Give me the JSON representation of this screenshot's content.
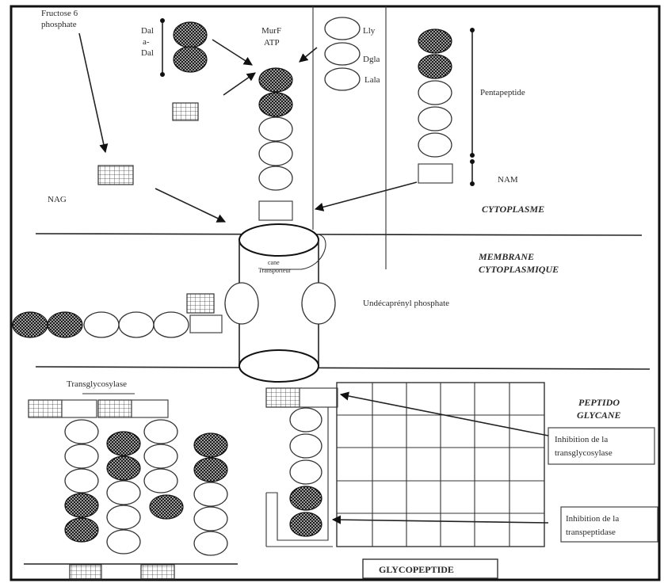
{
  "diagram": {
    "labels": {
      "fructose": [
        "Fructose 6",
        "phosphate"
      ],
      "dal_dal": [
        "Dal",
        "a-",
        "Dal"
      ],
      "murf": [
        "MurF",
        "ATP"
      ],
      "lly": "Lly",
      "dgla": "Dgla",
      "lala": "Lala",
      "pentapeptide": "Pentapeptide",
      "nag": "NAG",
      "nam": "NAM",
      "carrier": [
        "cane",
        "Transporteur"
      ],
      "undecaprenyl": "Undécaprényl phosphate",
      "transglycosylase": "Transglycosylase",
      "inhibition_1": [
        "Inhibition de la",
        "transglycosylase"
      ],
      "inhibition_2": [
        "Inhibition de la",
        "transpeptidase"
      ]
    },
    "regions": {
      "cytoplasme": "CYTOPLASME",
      "membrane": [
        "MEMBRANE",
        "CYTOPLASMIQUE"
      ],
      "peptidoglycane": [
        "PEPTIDO",
        "GLYCANE"
      ],
      "glycopeptide": "GLYCOPEPTIDE"
    }
  }
}
